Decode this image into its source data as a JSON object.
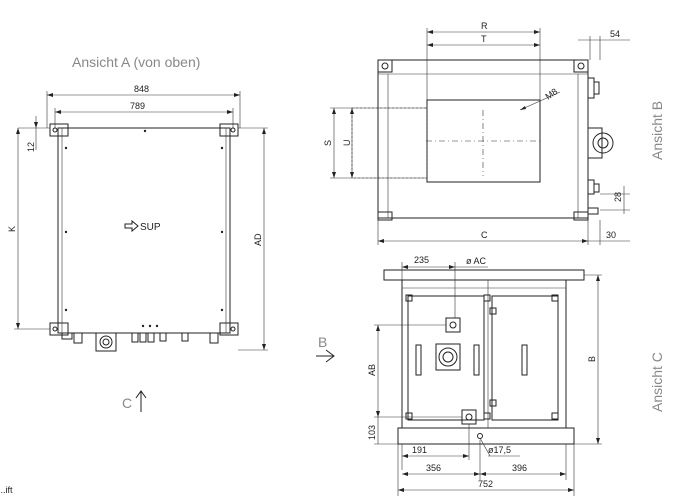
{
  "views": {
    "view_a_title": "Ansicht A (von oben)",
    "view_b_title": "Ansicht B",
    "view_c_title": "Ansicht C",
    "arrow_b": "B",
    "arrow_c": "C",
    "supply_label": "SUP",
    "cut_text": "...ift"
  },
  "dimensions": {
    "a_848": "848",
    "a_789": "789",
    "a_12": "12",
    "a_k": "K",
    "a_ad": "AD",
    "b_r": "R",
    "b_t": "T",
    "b_54": "54",
    "b_m8": "M8",
    "b_s": "S",
    "b_u": "U",
    "b_28": "28",
    "b_c": "C",
    "b_30": "30",
    "c_235": "235",
    "c_ac": "ø AC",
    "c_ab": "AB",
    "c_b": "B",
    "c_103": "103",
    "c_191": "191",
    "c_17_5": "ø17,5",
    "c_356": "356",
    "c_396": "396",
    "c_752": "752"
  }
}
